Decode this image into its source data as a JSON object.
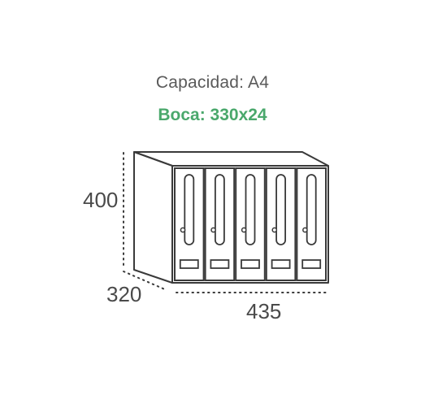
{
  "header": {
    "capacity": "Capacidad: A4",
    "mouth": "Boca: 330x24"
  },
  "dimensions": {
    "height": "400",
    "depth": "320",
    "width": "435"
  },
  "mailbox": {
    "door_count": 5
  },
  "colors": {
    "outline": "#3a3a3a",
    "accent": "#4aa86c",
    "label_text": "#4a4a4a"
  }
}
